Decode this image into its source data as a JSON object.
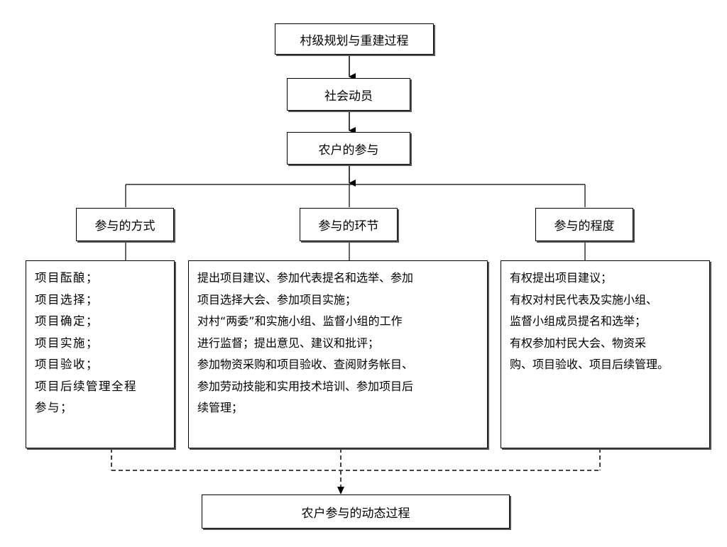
{
  "nodes": {
    "top": "村级规划与重建过程",
    "mobilize": "社会动员",
    "participation": "农户的参与",
    "mode": "参与的方式",
    "stage": "参与的环节",
    "degree": "参与的程度",
    "bottom": "农户参与的动态过程"
  },
  "mode_items": [
    "项目酝酿；",
    "项目选择；",
    "项目确定；",
    "项目实施；",
    "项目验收；",
    "项目后续管理全程",
    "参与；"
  ],
  "stage_items": [
    "提出项目建议、参加代表提名和选举、参加",
    "项目选择大会、参加项目实施；",
    "对村“两委”和实施小组、监督小组的工作",
    "进行监督；提出意见、建议和批评；",
    "参加物资采购和项目验收、查阅财务帐目、",
    "参加劳动技能和实用技术培训、参加项目后",
    "续管理；"
  ],
  "degree_items": [
    "有权提出项目建议；",
    "有权对村民代表及实施小组、",
    "监督小组成员提名和选举；",
    "有权参加村民大会、物资采",
    "购、项目验收、项目后续管理。"
  ]
}
